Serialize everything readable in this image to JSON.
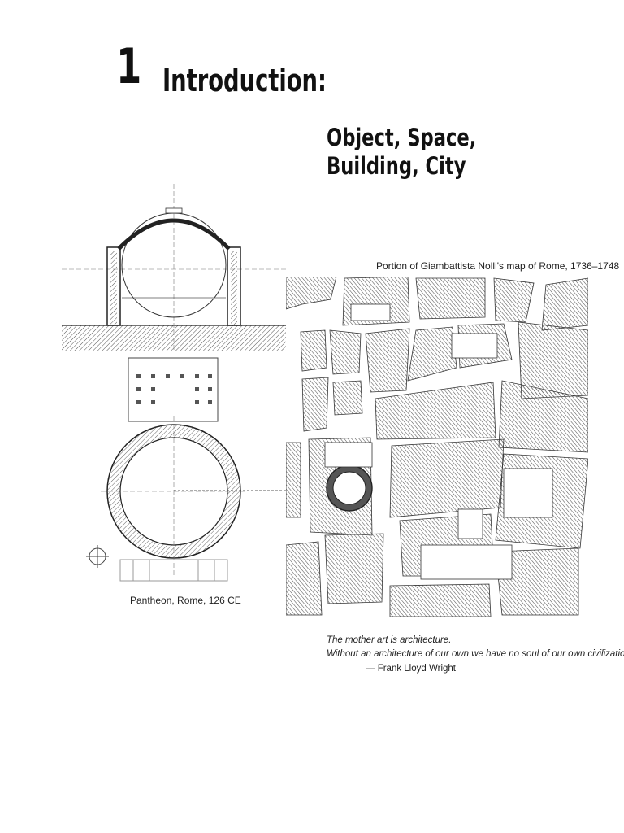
{
  "chapter": {
    "number": "1",
    "title": "Introduction:",
    "subtitle_line1": "Object, Space,",
    "subtitle_line2": "Building, City"
  },
  "figures": {
    "pantheon_caption": "Pantheon, Rome, 126 CE",
    "map_caption": "Portion of Giambattista Nolli's map of Rome, 1736–1748"
  },
  "quote": {
    "line1": "The mother art is architecture.",
    "line2": "Without an architecture of our own we have no soul of our own civilization.",
    "attribution": "— Frank Lloyd Wright"
  }
}
